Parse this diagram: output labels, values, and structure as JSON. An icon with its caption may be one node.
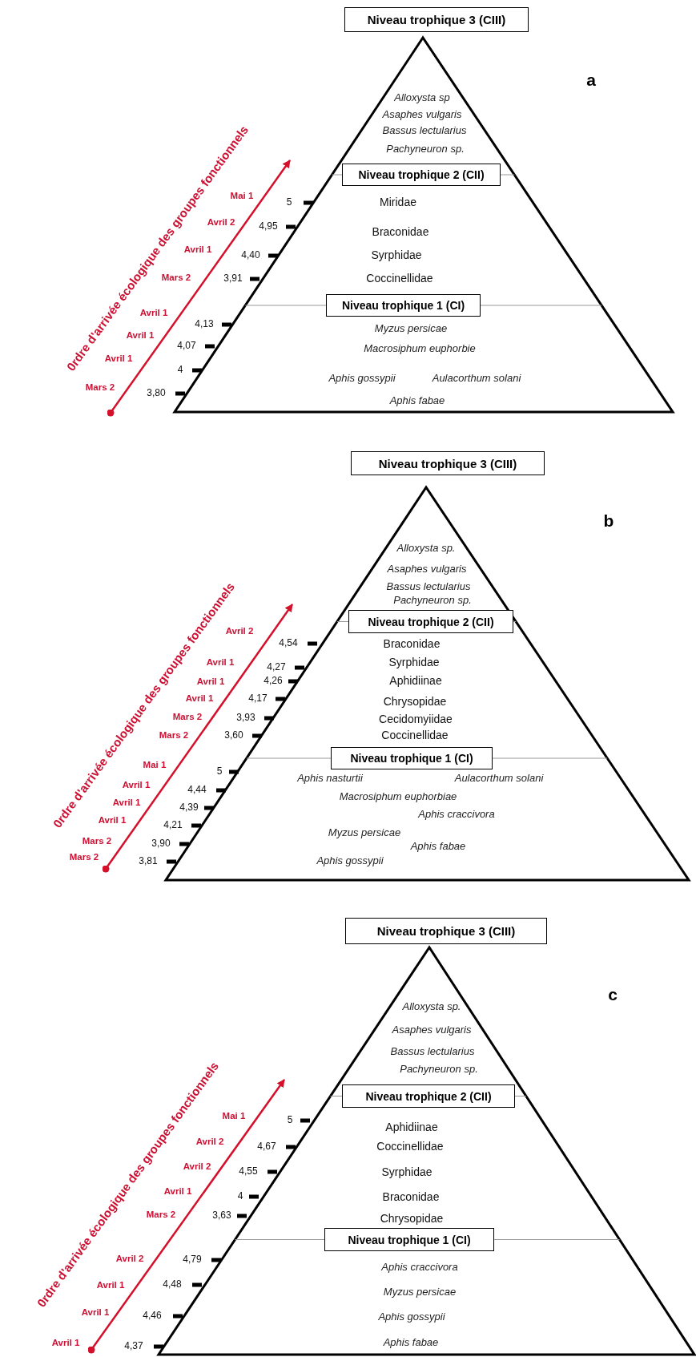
{
  "diagram": {
    "nodes": [
      {
        "text": [
          "Niveau trophique 3 (CIII)"
        ]
      },
      {
        "text": [],
        "shape": "triangle"
      },
      {
        "text": [
          "Niveau trophique 2 (CII)"
        ],
        "in": 1
      },
      {
        "text": [
          "Niveau trophique 1 (CI)"
        ],
        "in": 1
      },
      {
        "text": [
          "Niveau trophique 3 (CIII)"
        ]
      },
      {
        "text": [],
        "shape": "triangle"
      },
      {
        "text": [
          "Niveau trophique 2 (CII)"
        ],
        "in": 5
      },
      {
        "text": [
          "Niveau trophique 1 (CI)"
        ],
        "in": 5
      },
      {
        "text": [
          "Niveau trophique 3 (CIII)"
        ]
      },
      {
        "text": [],
        "shape": "triangle"
      },
      {
        "text": [
          "Niveau trophique 2 (CII)"
        ],
        "in": 9
      },
      {
        "text": [
          "Niveau trophique 1 (CI)"
        ],
        "in": 9
      }
    ],
    "labels": [
      "a",
      "Alloxysta sp",
      "Asaphes vulgaris",
      "Bassus lectularius",
      "Pachyneuron sp.",
      "Miridae",
      "Braconidae",
      "Syrphidae",
      "Coccinellidae",
      "Myzus persicae",
      "Macrosiphum euphorbie",
      "Aphis gossypii",
      "Aulacorthum solani",
      "Aphis fabae",
      "0rdre d'arrivée écologique des groupes fonctionnels",
      "Mai 1",
      "5",
      "Avril 2",
      "4,95",
      "Avril 1",
      "4,40",
      "Mars 2",
      "3,91",
      "Avril 1",
      "4,13",
      "Avril 1",
      "4,07",
      "Avril 1",
      "4",
      "Mars 2",
      "3,80",
      "b",
      "Alloxysta sp.",
      "Asaphes vulgaris",
      "Bassus lectularius",
      "Pachyneuron sp.",
      "Braconidae",
      "Syrphidae",
      "Aphidiinae",
      "Chrysopidae",
      "Cecidomyiidae",
      "Coccinellidae",
      "Aphis nasturtii",
      "Aulacorthum solani",
      "Macrosiphum euphorbiae",
      "Aphis craccivora",
      "Myzus persicae",
      "Aphis fabae",
      "Aphis gossypii",
      "0rdre d'arrivée écologique des groupes fonctionnels",
      "Avril 2",
      "4,54",
      "Avril 1",
      "4,27",
      "Avril 1",
      "4,26",
      "Avril 1",
      "4,17",
      "Mars 2",
      "3,93",
      "Mars 2",
      "3,60",
      "Mai 1",
      "5",
      "Avril 1",
      "4,44",
      "Avril 1",
      "4,39",
      "Avril 1",
      "4,21",
      "Mars 2",
      "3,90",
      "Mars 2",
      "3,81",
      "c",
      "Alloxysta sp.",
      "Asaphes vulgaris",
      "Bassus lectularius",
      "Pachyneuron sp.",
      "Aphidiinae",
      "Coccinellidae",
      "Syrphidae",
      "Braconidae",
      "Chrysopidae",
      "Aphis craccivora",
      "Myzus persicae",
      "Aphis gossypii",
      "Aphis fabae",
      "0rdre d'arrivée écologique des groupes fonctionnels",
      "Mai 1",
      "5",
      "Avril 2",
      "4,67",
      "Avril 2",
      "4,55",
      "Avril 1",
      "4",
      "Mars 2",
      "3,63",
      "Avril 2",
      "4,79",
      "Avril 1",
      "4,48",
      "Avril 1",
      "4,46",
      "Avril 1",
      "4,37"
    ]
  }
}
